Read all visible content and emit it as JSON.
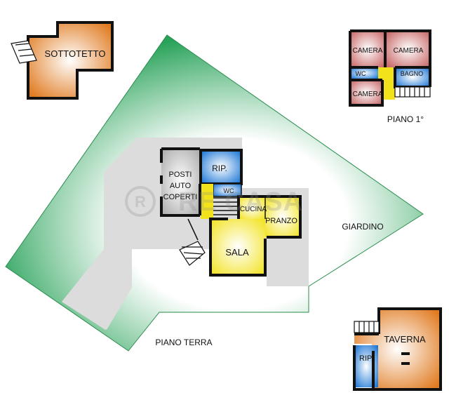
{
  "colors": {
    "garden_edge": "#2aa35a",
    "garden_center": "#ffffff",
    "paving": "#dcdcdc",
    "orange_room": "#e07a1f",
    "red_room": "#c96a6a",
    "blue_room": "#1f78d6",
    "yellow_room": "#f2e21c",
    "grey_room": "#a9a9a9",
    "wall": "#111111"
  },
  "watermark": "RE CASA",
  "labels": {
    "sottotetto": "SOTTOTETTO",
    "piano1": "PIANO 1°",
    "camera_1": "CAMERA",
    "camera_2": "CAMERA",
    "camera_3": "CAMERA",
    "wc_upper": "WC",
    "bagno": "BAGNO",
    "posti": "POSTI",
    "auto": "AUTO",
    "coperti": "COPERTI",
    "rip_ground": "RIP.",
    "wc_ground": "WC",
    "cucina": "CUCINA",
    "pranzo": "PRANZO",
    "sala": "SALA",
    "giardino": "GIARDINO",
    "piano_terra": "PIANO TERRA",
    "taverna": "TAVERNA",
    "rip_taverna": "RIP."
  }
}
